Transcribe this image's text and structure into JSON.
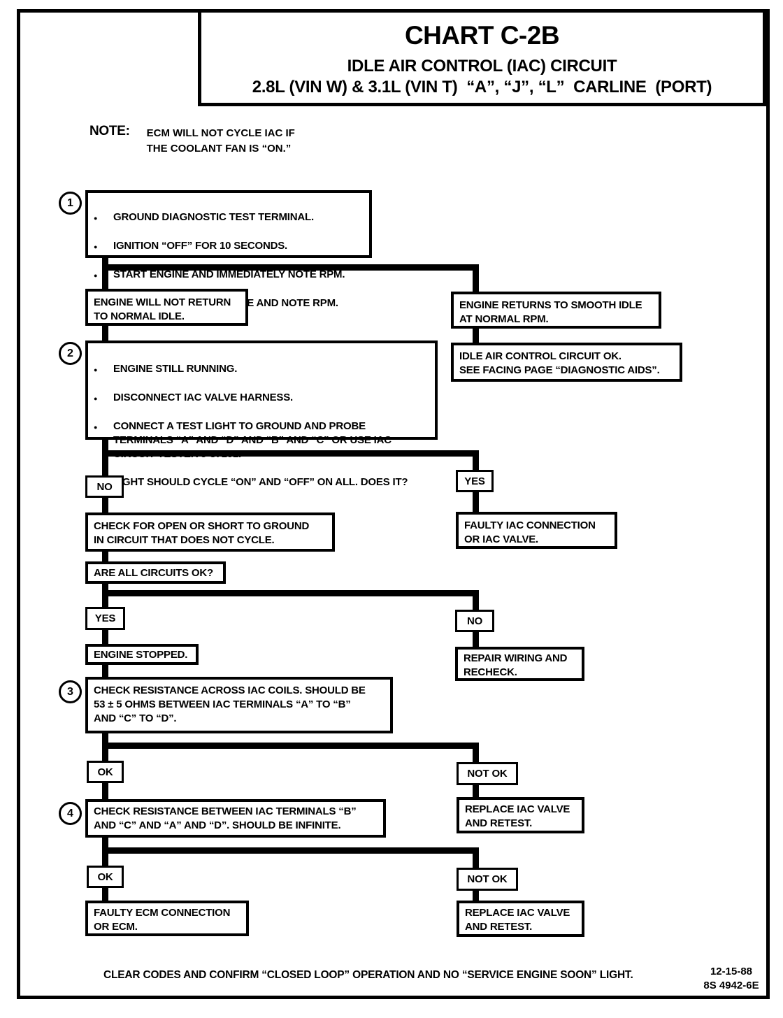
{
  "title_block": {
    "line1": "CHART C-2B",
    "line2": "IDLE AIR CONTROL (IAC) CIRCUIT",
    "line3": "2.8L (VIN W) & 3.1L (VIN T)  “A”, “J”, “L”  CARLINE  (PORT)"
  },
  "note": {
    "label": "NOTE:",
    "text": "ECM WILL NOT CYCLE IAC IF\nTHE COOLANT FAN IS “ON.”"
  },
  "steps": {
    "step1": {
      "number": "1",
      "items": [
        "GROUND DIAGNOSTIC TEST TERMINAL.",
        "IGNITION “OFF” FOR 10 SECONDS.",
        "START ENGINE AND IMMEDIATELY NOTE RPM.",
        "IDLE ENGINE FOR 1 MINUTE AND NOTE RPM."
      ]
    },
    "step2": {
      "number": "2",
      "items": [
        "ENGINE STILL RUNNING.",
        "DISCONNECT IAC VALVE HARNESS.",
        "CONNECT A TEST LIGHT TO GROUND AND PROBE\nTERMINALS “A” AND “D” AND “B” AND “C” OR USE IAC\nCIRCUIT TESTER J-37101.",
        "LIGHT SHOULD CYCLE “ON” AND “OFF” ON ALL.  DOES IT?"
      ]
    },
    "step3": {
      "number": "3",
      "text": "CHECK RESISTANCE ACROSS IAC COILS.  SHOULD BE\n53 ± 5 OHMS BETWEEN IAC TERMINALS  “A” TO “B”\nAND “C” TO “D”."
    },
    "step4": {
      "number": "4",
      "text": "CHECK RESISTANCE BETWEEN IAC TERMINALS “B”\nAND “C” AND “A” AND “D”.  SHOULD BE INFINITE."
    }
  },
  "nodes": {
    "engine_not_return": "ENGINE WILL NOT RETURN\nTO NORMAL IDLE.",
    "engine_returns": "ENGINE RETURNS TO SMOOTH IDLE\nAT NORMAL RPM.",
    "iac_circuit_ok": "IDLE AIR CONTROL CIRCUIT OK.\nSEE FACING PAGE “DIAGNOSTIC AIDS”.",
    "check_open_short": "CHECK FOR OPEN OR SHORT TO GROUND\nIN CIRCUIT THAT DOES NOT CYCLE.",
    "faulty_iac": "FAULTY IAC CONNECTION\nOR IAC VALVE.",
    "are_all_circuits_ok": "ARE ALL CIRCUITS OK?",
    "engine_stopped": "ENGINE STOPPED.",
    "repair_wiring": "REPAIR WIRING AND\nRECHECK.",
    "replace_iac": "REPLACE IAC VALVE\nAND RETEST.",
    "faulty_ecm": "FAULTY ECM CONNECTION\nOR ECM."
  },
  "labels": {
    "yes": "YES",
    "no": "NO",
    "ok": "OK",
    "not_ok": "NOT OK"
  },
  "footer": {
    "text": "CLEAR CODES AND CONFIRM  “CLOSED LOOP” OPERATION AND NO “SERVICE ENGINE SOON” LIGHT.",
    "stamp": "12-15-88\n8S 4942-6E"
  }
}
